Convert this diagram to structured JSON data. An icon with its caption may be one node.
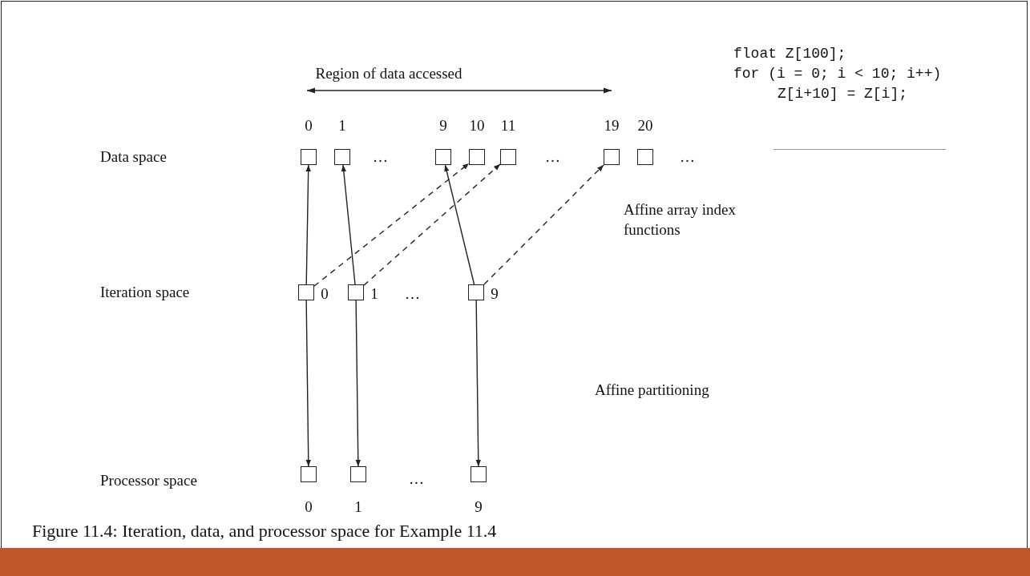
{
  "diagram": {
    "caption": "Figure 11.4: Iteration, data, and processor space for Example 11.4",
    "nodes": [
      {
        "text": [],
        "shape": "box",
        "beside": [
          "0"
        ]
      },
      {
        "text": [],
        "shape": "box",
        "beside": [
          "1"
        ]
      },
      {
        "text": [],
        "shape": "box",
        "beside": [
          "9"
        ]
      },
      {
        "text": [],
        "shape": "box",
        "beside": [
          "10"
        ]
      },
      {
        "text": [],
        "shape": "box",
        "beside": [
          "11"
        ]
      },
      {
        "text": [],
        "shape": "box",
        "beside": [
          "19"
        ]
      },
      {
        "text": [],
        "shape": "box",
        "beside": [
          "20"
        ]
      },
      {
        "text": [],
        "shape": "box",
        "beside": [
          "0"
        ]
      },
      {
        "text": [],
        "shape": "box",
        "beside": [
          "1"
        ]
      },
      {
        "text": [],
        "shape": "box",
        "beside": [
          "9"
        ]
      },
      {
        "text": [],
        "shape": "box",
        "beside": [
          "0"
        ]
      },
      {
        "text": [],
        "shape": "box",
        "beside": [
          "1"
        ]
      },
      {
        "text": [],
        "shape": "box",
        "beside": [
          "9"
        ]
      }
    ],
    "edges": [
      {
        "from": 7,
        "to": 0,
        "arrow": "to"
      },
      {
        "from": 7,
        "to": 3,
        "arrow": "to",
        "style": "dashed"
      },
      {
        "from": 8,
        "to": 1,
        "arrow": "to"
      },
      {
        "from": 8,
        "to": 4,
        "arrow": "to",
        "style": "dashed"
      },
      {
        "from": 9,
        "to": 2,
        "arrow": "to"
      },
      {
        "from": 9,
        "to": 5,
        "arrow": "to",
        "style": "dashed"
      },
      {
        "from": 7,
        "to": 10,
        "arrow": "to"
      },
      {
        "from": 8,
        "to": 11,
        "arrow": "to"
      },
      {
        "from": 9,
        "to": 12,
        "arrow": "to"
      }
    ],
    "labels": [
      "Region of data accessed",
      "float Z[100];",
      "for (i = 0; i < 10; i++)",
      "Z[i+10] = Z[i];",
      "Data space",
      "…",
      "…",
      "…",
      "Affine array index functions",
      "Iteration space",
      "…",
      "Affine partitioning",
      "Processor space",
      "…"
    ]
  }
}
